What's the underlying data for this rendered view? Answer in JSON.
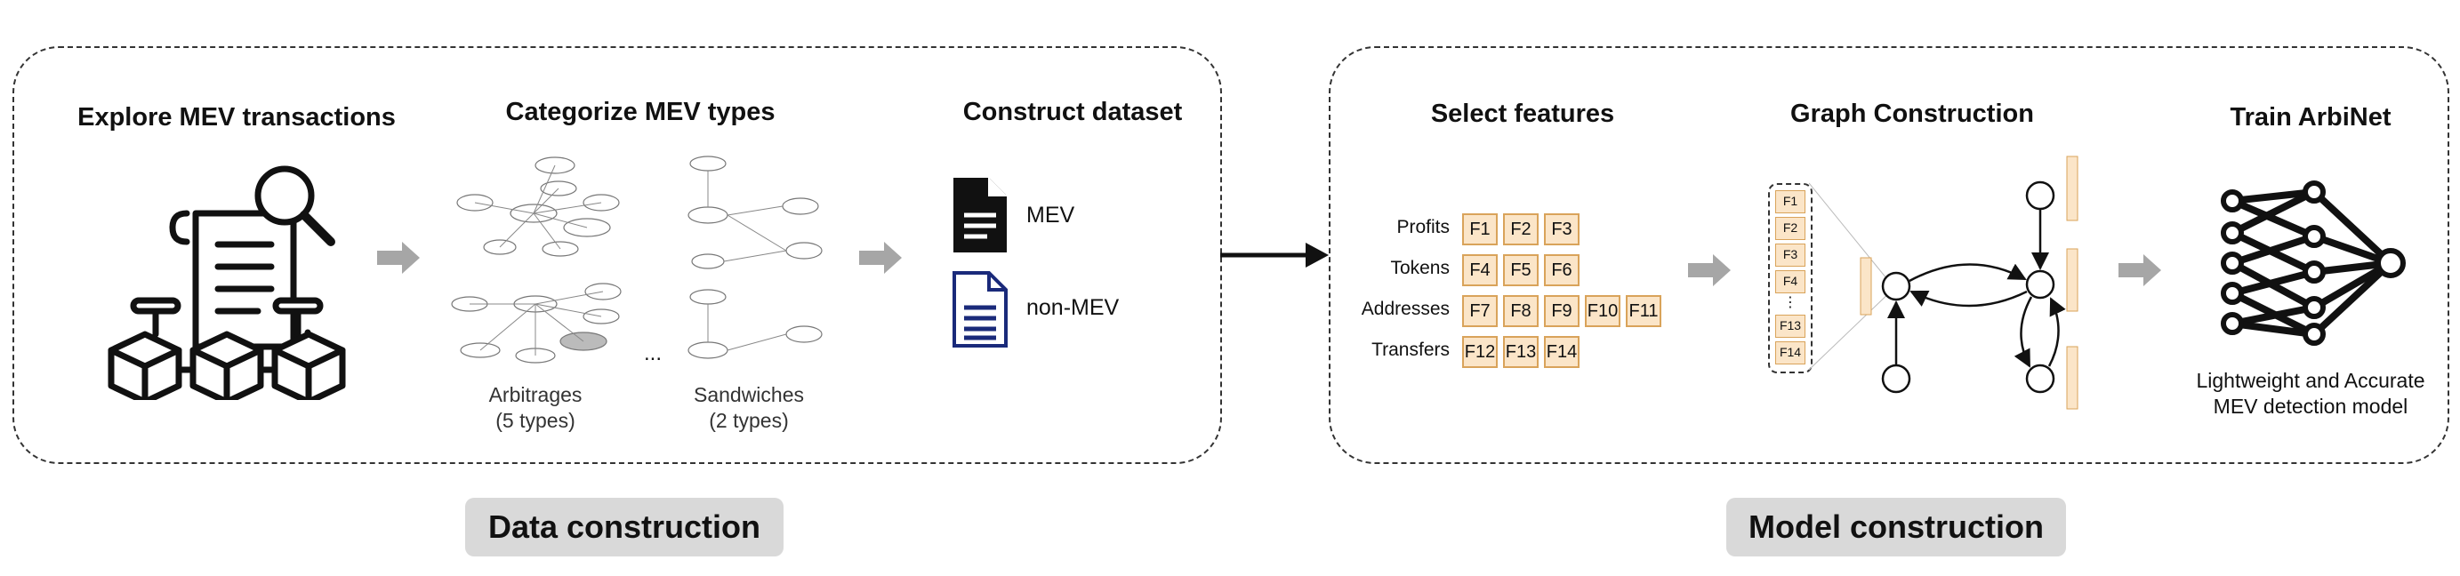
{
  "data_construction": {
    "steps": [
      {
        "title": "Explore MEV transactions"
      },
      {
        "title": "Categorize MEV types"
      },
      {
        "title": "Construct dataset"
      }
    ],
    "categories": [
      {
        "name": "Arbitrages",
        "detail": "(5 types)"
      },
      {
        "name": "Sandwiches",
        "detail": "(2 types)"
      }
    ],
    "ellipsis": "...",
    "dataset": {
      "mev_label": "MEV",
      "non_mev_label": "non-MEV",
      "mev_color": "#111111",
      "non_mev_color": "#1a2a7a"
    },
    "section_label": "Data construction"
  },
  "model_construction": {
    "steps": [
      {
        "title": "Select features"
      },
      {
        "title": "Graph Construction"
      },
      {
        "title": "Train ArbiNet"
      }
    ],
    "feature_rows": [
      {
        "label": "Profits",
        "features": [
          "F1",
          "F2",
          "F3"
        ]
      },
      {
        "label": "Tokens",
        "features": [
          "F4",
          "F5",
          "F6"
        ]
      },
      {
        "label": "Addresses",
        "features": [
          "F7",
          "F8",
          "F9",
          "F10",
          "F11"
        ]
      },
      {
        "label": "Transfers",
        "features": [
          "F12",
          "F13",
          "F14"
        ]
      }
    ],
    "node_feature_list": [
      "F1",
      "F2",
      "F3",
      "F4",
      "⋮",
      "F13",
      "F14"
    ],
    "model_caption_line1": "Lightweight and Accurate",
    "model_caption_line2": "MEV detection model",
    "section_label": "Model construction"
  },
  "colors": {
    "feature_fill": "#fbe5c8",
    "feature_border": "#d9a35a",
    "arrow_gray": "#a6a6a6",
    "pill_gray": "#d9d9d9"
  }
}
